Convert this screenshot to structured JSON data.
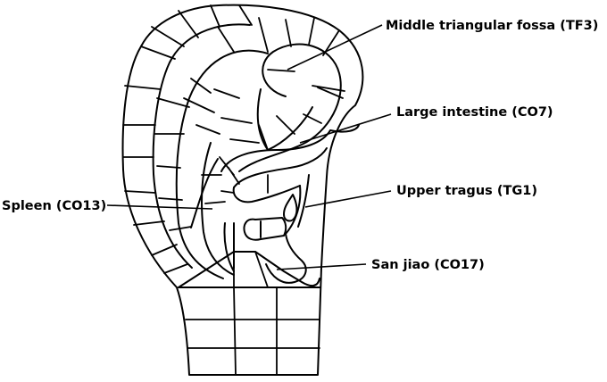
{
  "labels": {
    "tf3": "Middle triangular fossa (TF3)",
    "co7": "Large intestine (CO7)",
    "tg1": "Upper tragus (TG1)",
    "co13": "Spleen (CO13)",
    "co17": "San jiao (CO17)"
  },
  "colors": {
    "line": "#000000",
    "background": "#ffffff"
  }
}
